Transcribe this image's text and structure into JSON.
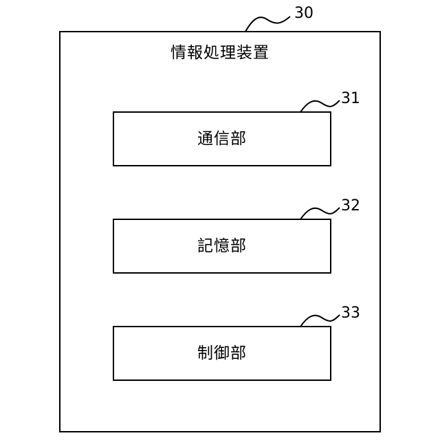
{
  "device": {
    "label": "情報処理装置",
    "ref": "30"
  },
  "units": [
    {
      "label": "通信部",
      "ref": "31"
    },
    {
      "label": "記憶部",
      "ref": "32"
    },
    {
      "label": "制御部",
      "ref": "33"
    }
  ]
}
